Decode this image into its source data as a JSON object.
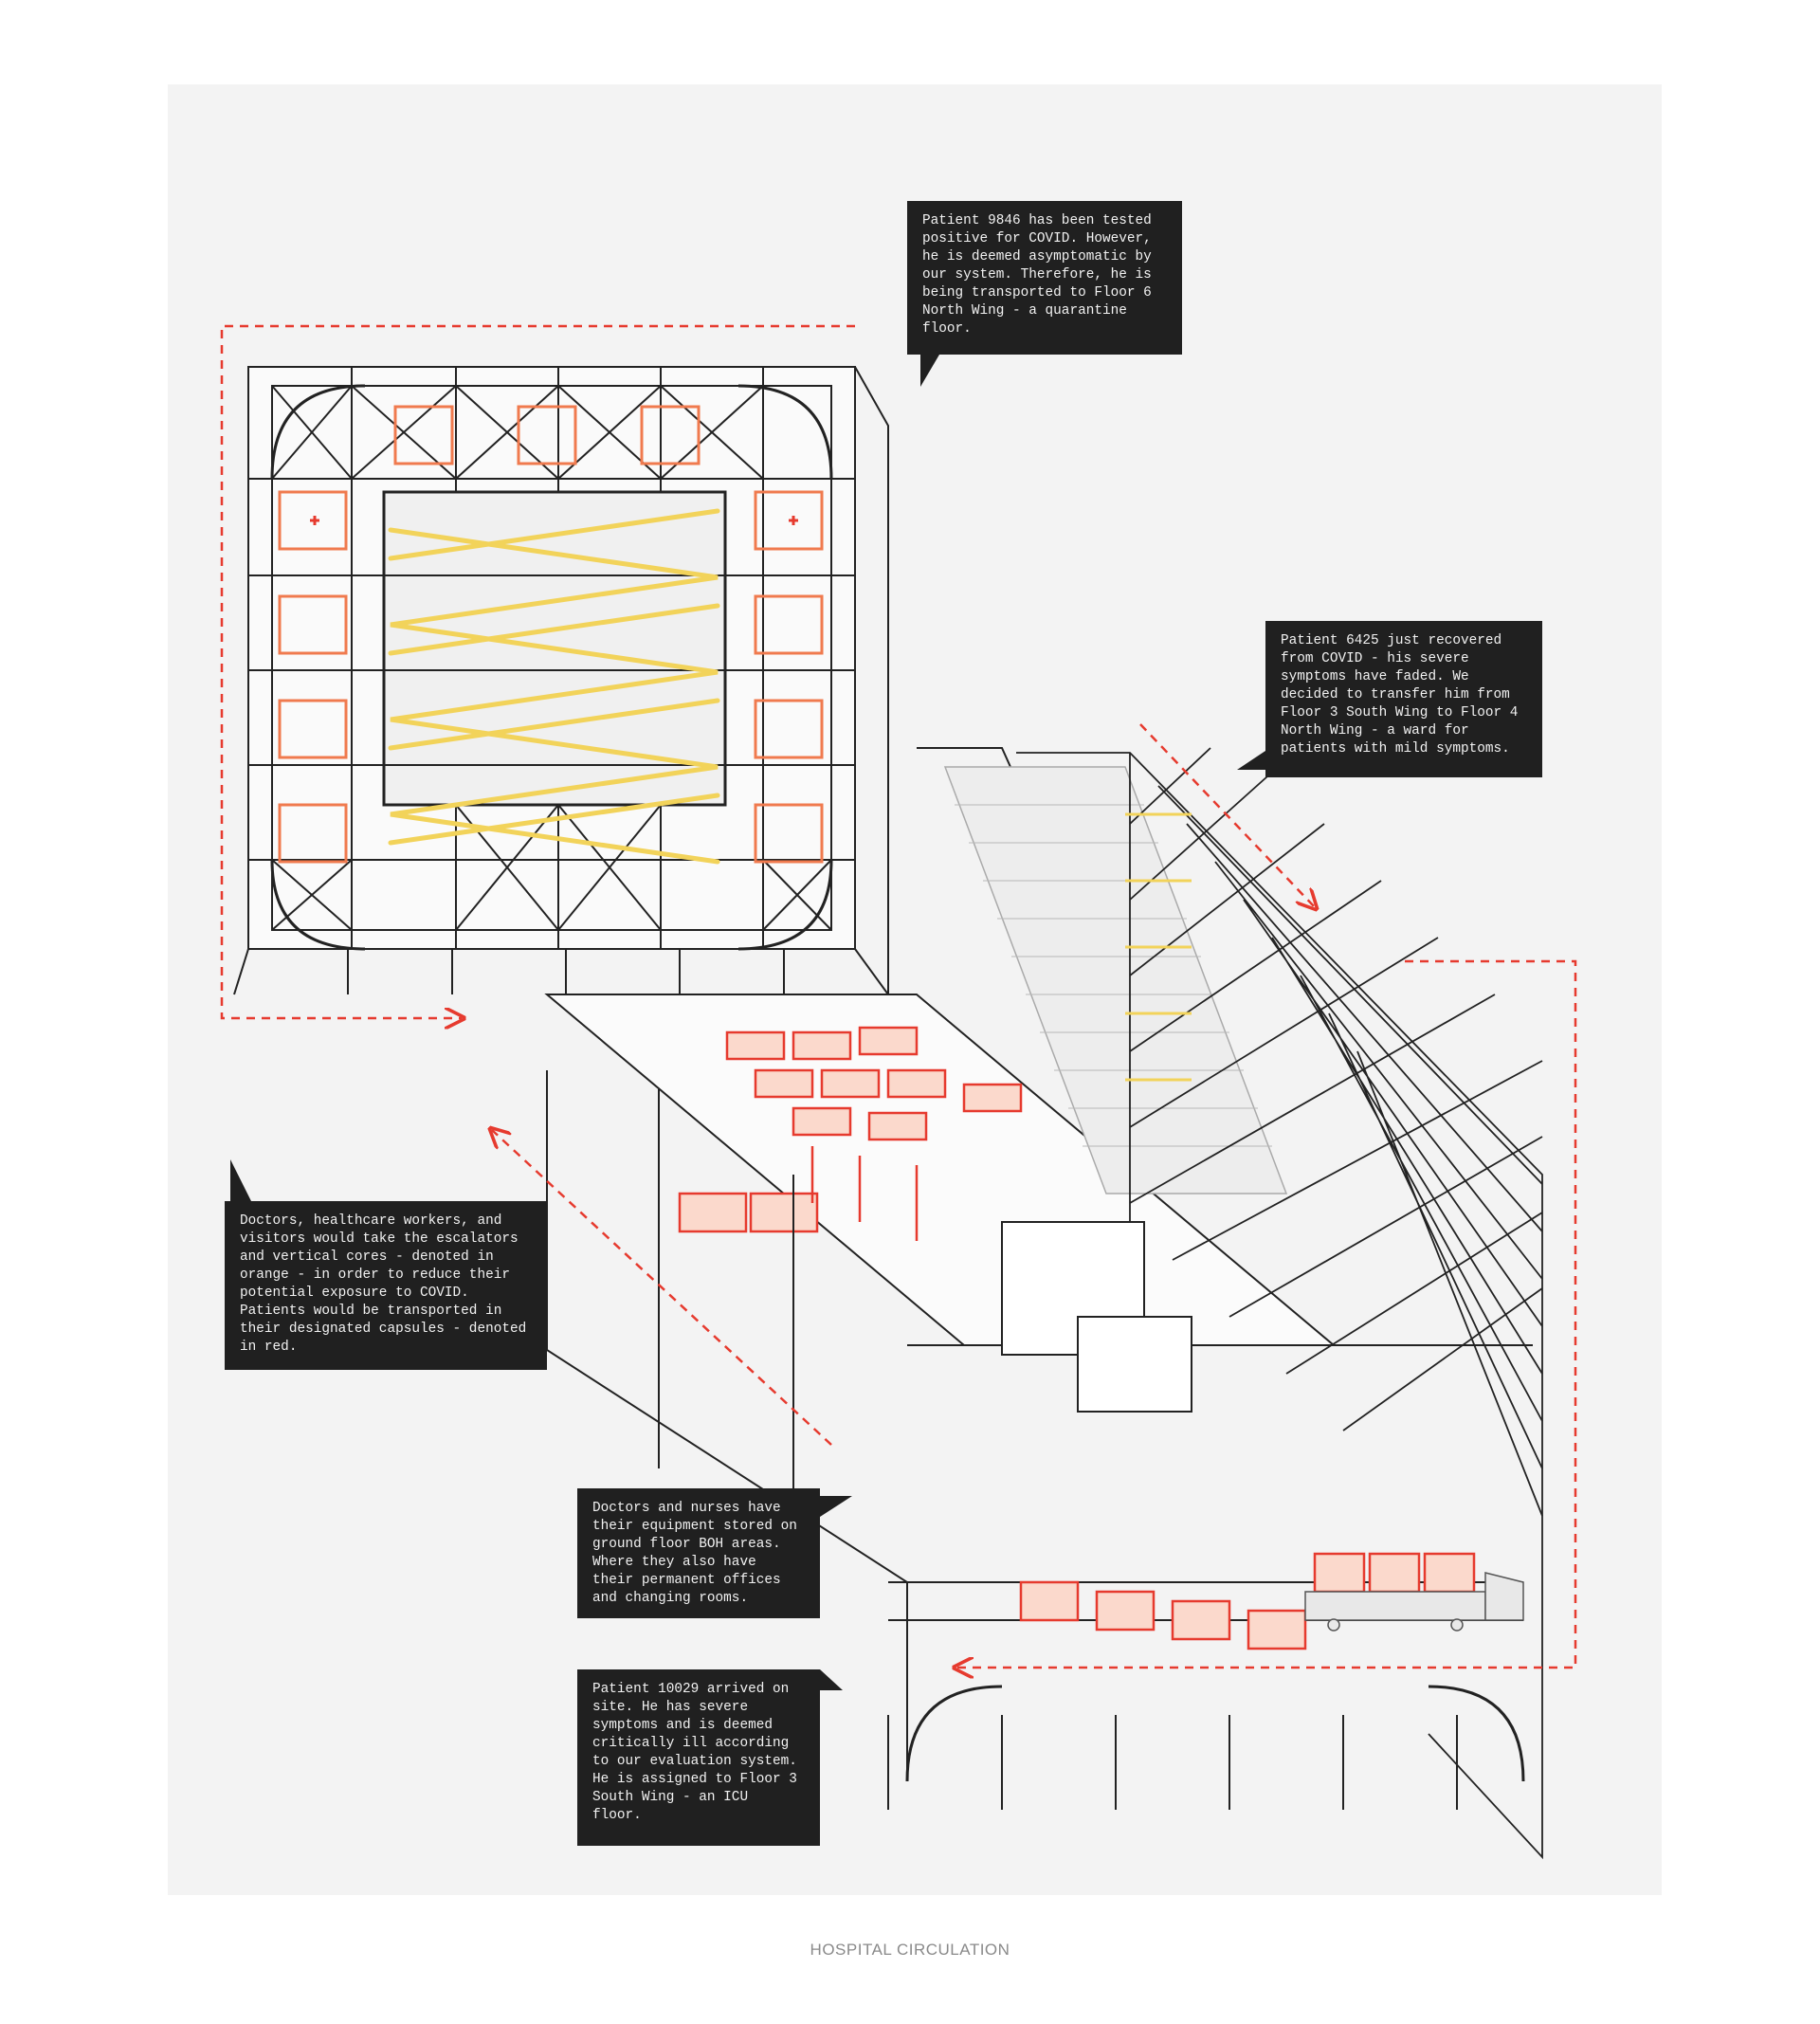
{
  "notes": {
    "patient_9846": "Patient 9846 has been tested positive for COVID. However, he is deemed asymptomatic by our system. Therefore, he is being transported to Floor 6 North Wing - a quarantine floor.",
    "patient_6425": "Patient 6425 just recovered from COVID - his severe symptoms have faded. We decided to transfer him from Floor 3 South Wing to Floor 4 North Wing - a ward for patients with mild symptoms.",
    "circulation": "Doctors, healthcare workers, and visitors would take the escalators and vertical cores - denoted in orange - in order to reduce their potential exposure to COVID. Patients would be transported in their designated capsules - denoted in red.",
    "boh": "Doctors and nurses have their equipment stored on ground floor BOH areas. Where they also have their permanent offices and changing rooms.",
    "patient_10029": "Patient 10029 arrived on site. He has severe symptoms and is deemed critically ill according to our evaluation system. He is assigned to Floor 3 South Wing - an ICU floor."
  },
  "caption": "HOSPITAL CIRCULATION",
  "colors": {
    "patient_route": "#e63a2e",
    "escalators": "#f2d35a",
    "vertical_cores": "#f07a4e",
    "structure": "#222222",
    "background": "#f3f3f3"
  }
}
